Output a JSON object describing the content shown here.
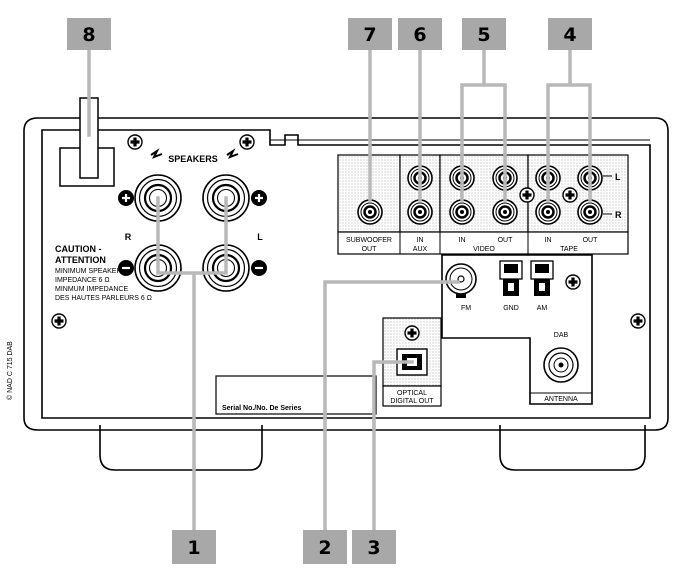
{
  "callouts": [
    {
      "id": "1",
      "label": "1"
    },
    {
      "id": "2",
      "label": "2"
    },
    {
      "id": "3",
      "label": "3"
    },
    {
      "id": "4",
      "label": "4"
    },
    {
      "id": "5",
      "label": "5"
    },
    {
      "id": "6",
      "label": "6"
    },
    {
      "id": "7",
      "label": "7"
    },
    {
      "id": "8",
      "label": "8"
    }
  ],
  "speakers": {
    "title": "SPEAKERS",
    "right": "R",
    "left": "L",
    "caution_title": "CAUTION -",
    "attention_title": "ATTENTION",
    "caution_lines": [
      "MINIMUM SPEAKER",
      "IMPEDANCE 6 Ω",
      "MINMUM IMPEDANCE",
      "DES HAUTES PARLEURS 6 Ω"
    ]
  },
  "jacks": {
    "subwoofer": [
      "SUBWOOFER",
      "OUT"
    ],
    "aux_in": "IN",
    "aux": "AUX",
    "video_in": "IN",
    "video_out": "OUT",
    "video": "VIDEO",
    "tape_in": "IN",
    "tape_out": "OUT",
    "tape": "TAPE",
    "channel_l": "L",
    "channel_r": "R"
  },
  "antenna": {
    "fm": "FM",
    "gnd": "GND",
    "am": "AM",
    "dab": "DAB",
    "title": "ANTENNA"
  },
  "optical": [
    "OPTICAL",
    "DIGITAL OUT"
  ],
  "serial": "Serial No./No. De Series",
  "side_text": "© NAD C 715 DAB"
}
